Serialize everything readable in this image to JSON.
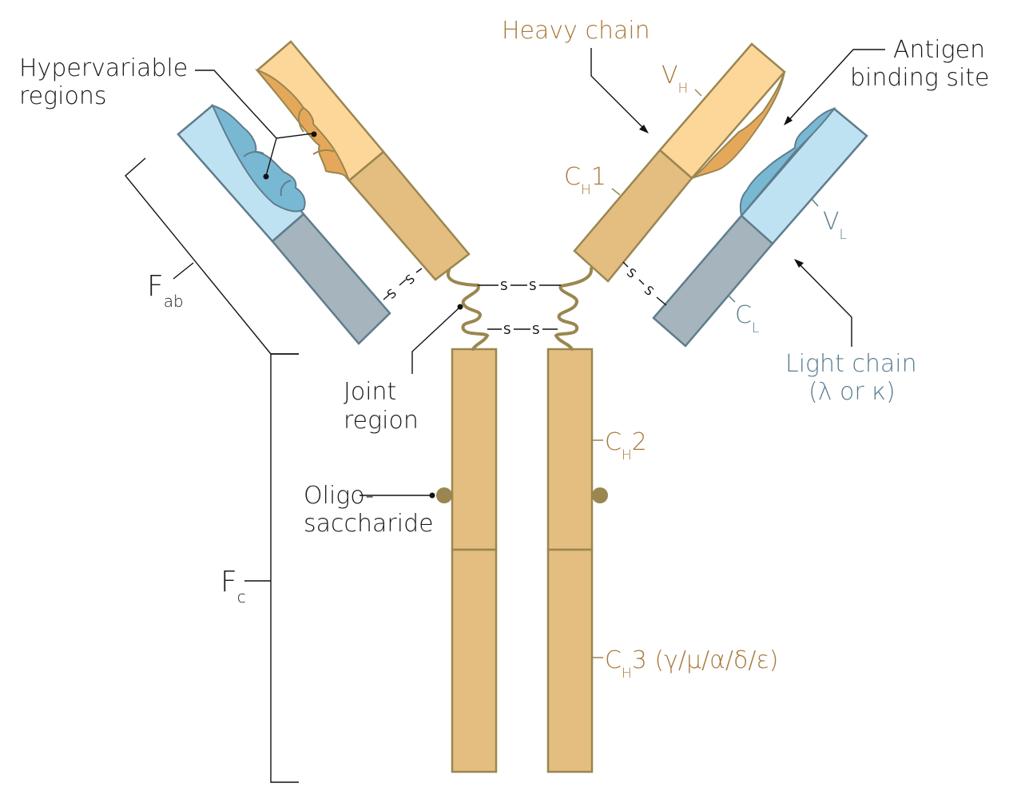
{
  "title": "Antibody structure",
  "colors": {
    "heavy_variable": "#fdd69a",
    "heavy_constant": "#e4bd80",
    "heavy_stroke": "#9a8650",
    "heavy_hypervariable": "#e5a85a",
    "light_variable": "#bfe2f2",
    "light_constant": "#a5b4bd",
    "light_stroke": "#5f7d8c",
    "light_hypervariable": "#79b8d3",
    "hinge": "#9a8650",
    "oligosaccharide": "#9a8650",
    "heavy_label": "#a87a3a",
    "light_label": "#5a7d8f"
  },
  "labels": {
    "heavy_chain": "Heavy chain",
    "antigen_binding_site_line1": "Antigen",
    "antigen_binding_site_line2": "binding site",
    "hypervariable_line1": "Hypervariable",
    "hypervariable_line2": "regions",
    "vh_main": "V",
    "vh_sub": "H",
    "ch1_main": "C",
    "ch1_sub": "H",
    "ch1_num": "1",
    "vl_main": "V",
    "vl_sub": "L",
    "cl_main": "C",
    "cl_sub": "L",
    "light_chain_line1": "Light chain",
    "light_chain_line2": "(λ or κ)",
    "fab_main": "F",
    "fab_sub": "ab",
    "fc_main": "F",
    "fc_sub": "c",
    "joint_line1": "Joint",
    "joint_line2": "region",
    "oligo_line1": "Oligo-",
    "oligo_line2": "saccharide",
    "ch2_main": "C",
    "ch2_sub": "H",
    "ch2_num": "2",
    "ch3_main": "C",
    "ch3_sub": "H",
    "ch3_rest": "3 (γ/μ/α/δ/ε)",
    "sulfur": "S"
  }
}
